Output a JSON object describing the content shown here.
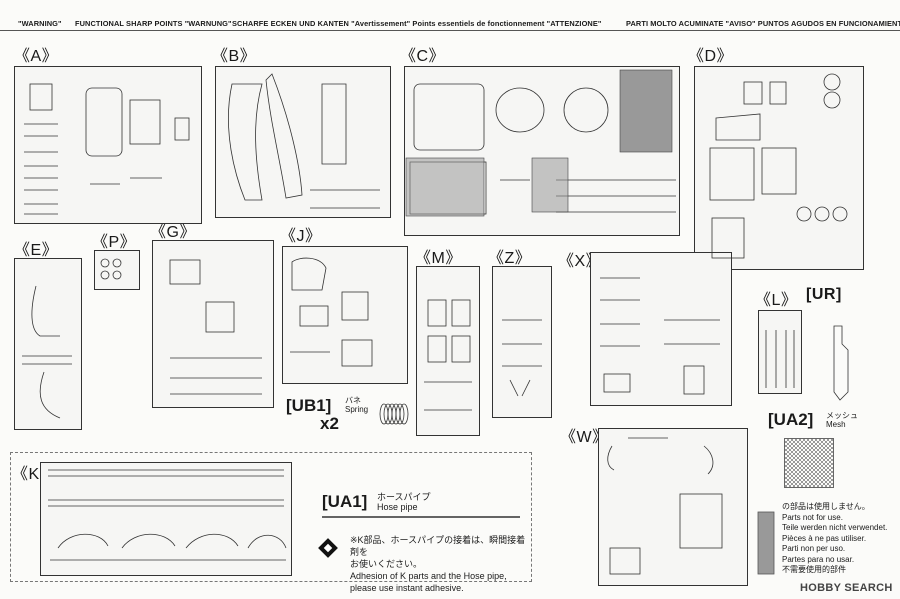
{
  "warning": {
    "w1": "\"WARNING\"",
    "w2": "FUNCTIONAL SHARP POINTS \"WARNUNG\"",
    "w3": "SCHARFE ECKEN UND KANTEN \"Avertissement\" Points essentiels de fonctionnement \"ATTENZIONE\"",
    "w4": "PARTI MOLTO ACUMINATE \"AVISO\" PUNTOS AGUDOS EN FUNCIONAMIENTO"
  },
  "sprues": {
    "A": "《A》",
    "B": "《B》",
    "C": "《C》",
    "D": "《D》",
    "E": "《E》",
    "P": "《P》",
    "G": "《G》",
    "J": "《J》",
    "M": "《M》",
    "Z": "《Z》",
    "X": "《X》",
    "L": "《L》",
    "UR": "[UR]",
    "W": "《W》",
    "K": "《K》"
  },
  "ub1": {
    "label": "[UB1]",
    "jp": "バネ",
    "en": "Spring",
    "qty": "x2"
  },
  "ua1": {
    "label": "[UA1]",
    "jp": "ホースパイプ",
    "en": "Hose pipe"
  },
  "ua2": {
    "label": "[UA2]",
    "jp": "メッシュ",
    "en": "Mesh"
  },
  "adhesion_note": {
    "jp1": "※K部品、ホースパイプの接着は、瞬間接着剤を",
    "jp2": "お使いください。",
    "en1": "Adhesion of K parts and the Hose pipe,",
    "en2": "please use instant adhesive."
  },
  "unused_note": {
    "l1": "の部品は使用しません。",
    "l2": "Parts not for use.",
    "l3": "Teile werden nicht verwendet.",
    "l4": "Pièces à ne pas utiliser.",
    "l5": "Parti non per uso.",
    "l6": "Partes para no usar.",
    "l7": "不需要使用的部件"
  },
  "watermark": "HOBBY SEARCH"
}
